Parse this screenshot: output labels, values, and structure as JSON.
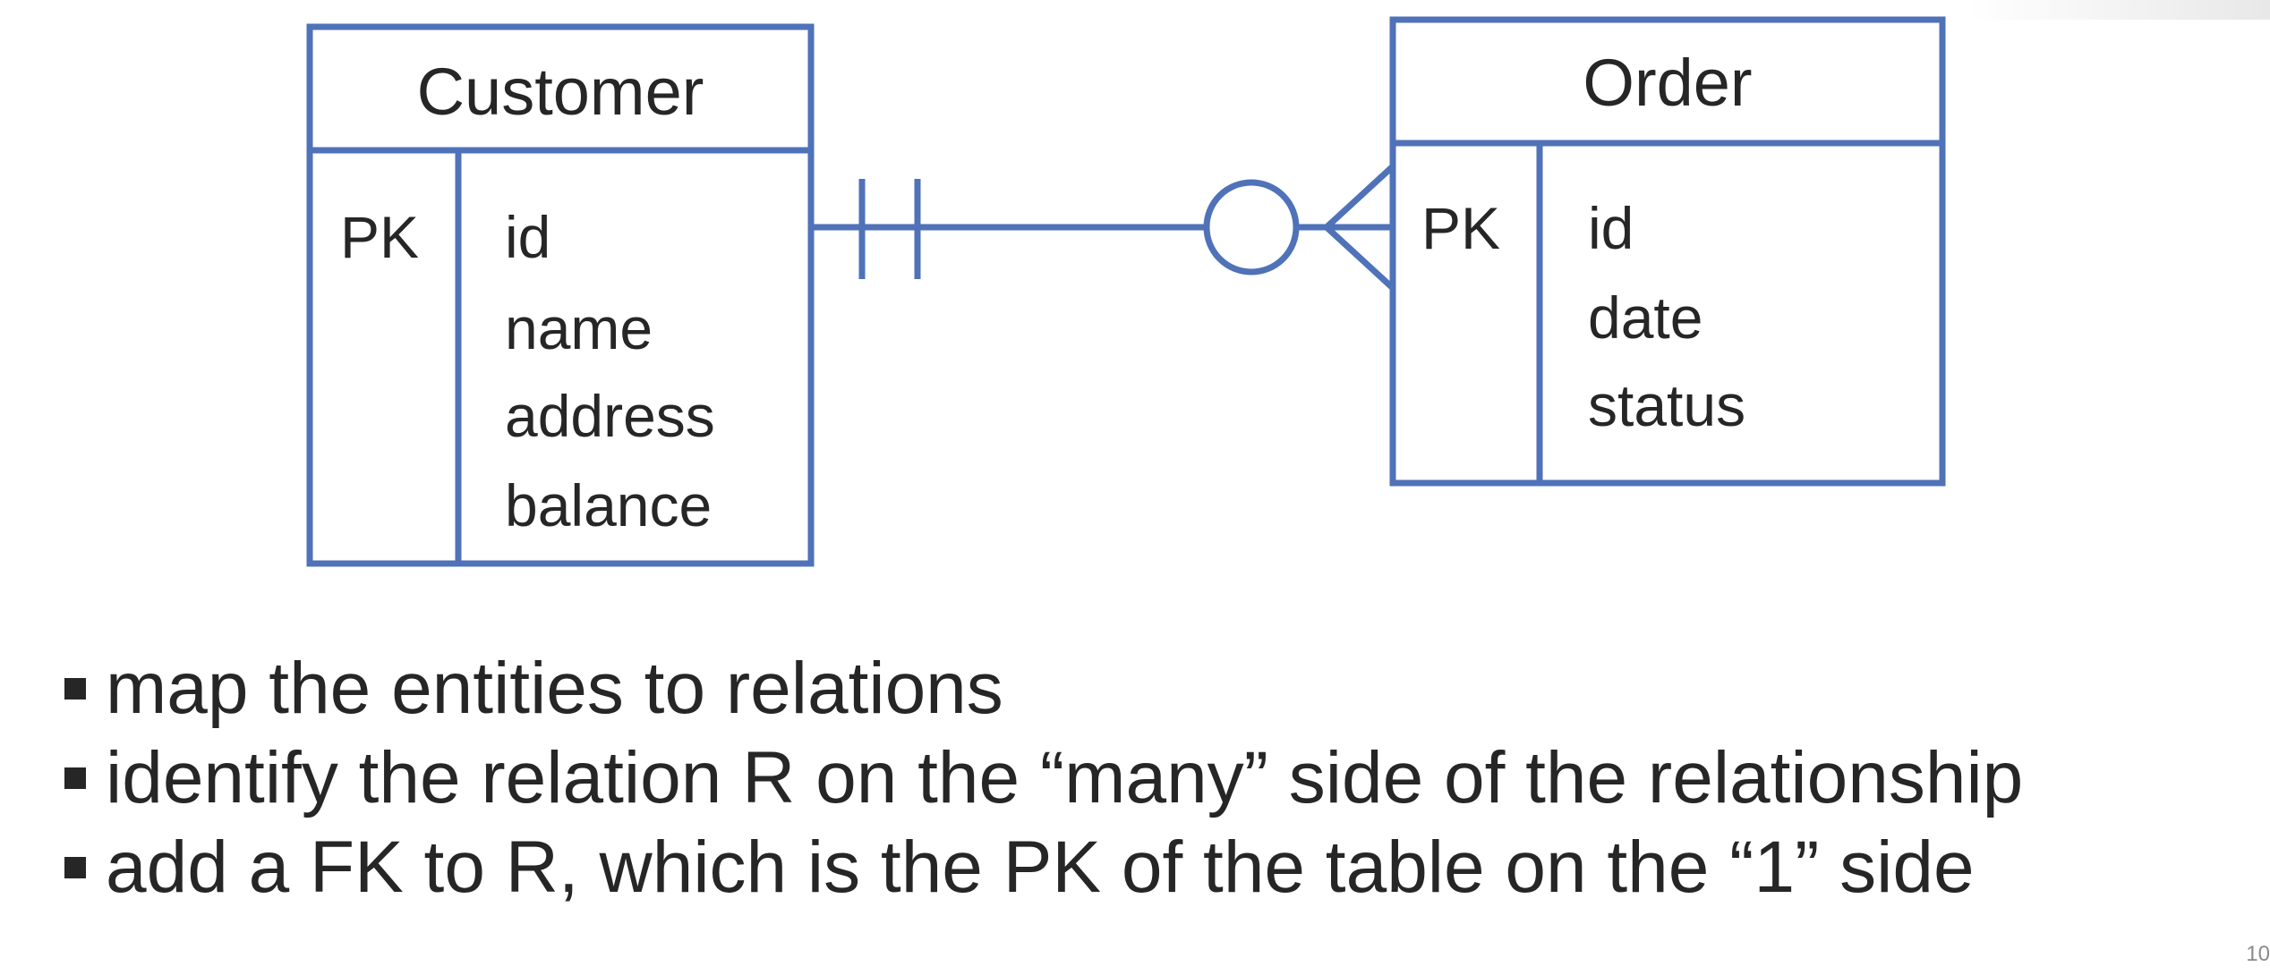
{
  "colors": {
    "stroke": "#4f72b8",
    "text": "#262626"
  },
  "entities": {
    "customer": {
      "name": "Customer",
      "key": "PK",
      "attributes": [
        "id",
        "name",
        "address",
        "balance"
      ]
    },
    "order": {
      "name": "Order",
      "key": "PK",
      "attributes": [
        "id",
        "date",
        "status"
      ]
    }
  },
  "relationship": {
    "from": "Customer",
    "to": "Order",
    "from_cardinality": "exactly-one",
    "to_cardinality": "zero-or-many"
  },
  "bullets": [
    "map the entities to relations",
    "identify the relation R on the “many” side of the relationship",
    "add a FK to R, which is the PK of the table on the “1” side"
  ],
  "page_number": "10"
}
